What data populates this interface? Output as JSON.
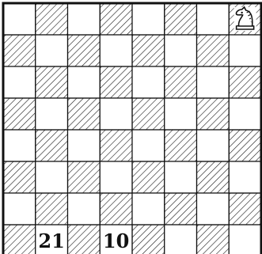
{
  "board": {
    "rows": 8,
    "cols": 8,
    "dark_squares": "hatched",
    "top_left_square": "light",
    "square_numbers": [
      {
        "row": 7,
        "col": 1,
        "text": "21"
      },
      {
        "row": 7,
        "col": 3,
        "text": "10"
      }
    ],
    "pieces": [
      {
        "row": 0,
        "col": 7,
        "piece": "knight",
        "icon": "knight-icon"
      }
    ],
    "colors": {
      "ink": "#111111",
      "paper": "#ffffff"
    }
  }
}
